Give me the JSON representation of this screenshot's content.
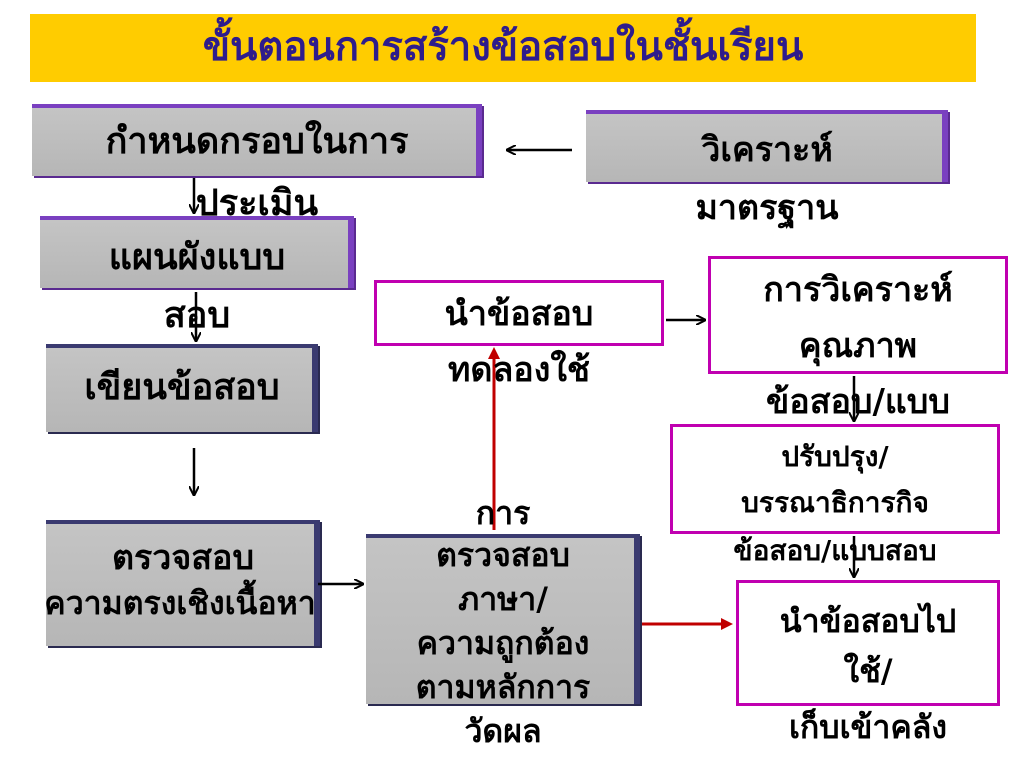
{
  "title": "ขั้นตอนการสร้างข้อสอบในชั้นเรียน",
  "nodes": {
    "framework": [
      "กำหนดกรอบในการ",
      "ประเมิน"
    ],
    "standards": [
      "วิเคราะห์",
      "มาตรฐาน"
    ],
    "blueprint": [
      "แผนผังแบบ",
      "สอบ"
    ],
    "write": "เขียนข้อสอบ",
    "content_validity": [
      "ตรวจสอบ",
      "ความตรงเชิงเนื้อหา"
    ],
    "language_check": [
      "การ",
      "ตรวจสอบ",
      "ภาษา/",
      "ความถูกต้อง",
      "ตามหลักการ",
      "วัดผล"
    ],
    "tryout": [
      "นำข้อสอบ",
      "ทดลองใช้"
    ],
    "quality": [
      "การวิเคราะห์",
      "คุณภาพ",
      "ข้อสอบ/แบบ"
    ],
    "improve": [
      "ปรับปรุง/",
      "บรรณาธิการกิจ",
      "ข้อสอบ/แบบสอบ"
    ],
    "use": [
      "นำข้อสอบไป",
      "ใช้/",
      "เก็บเข้าคลัง"
    ]
  },
  "colors": {
    "title_bg": "#FFCC00",
    "title_text": "#2E1C8C",
    "box_gray": "#BEBEBE",
    "box_purple_edge": "#7A40C0",
    "box_pink_border": "#C000B0",
    "arrow_red": "#C00000",
    "arrow_black": "#000000"
  }
}
